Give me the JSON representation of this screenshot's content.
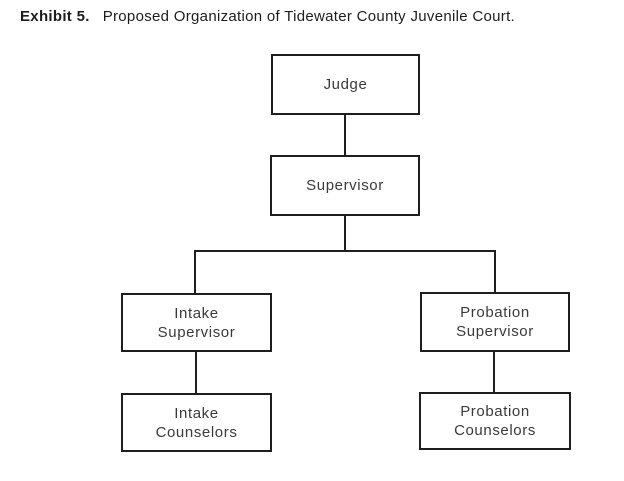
{
  "page": {
    "exhibit_label": "Exhibit 5.",
    "title": "Proposed Organization of Tidewater County Juvenile Court."
  },
  "org_chart": {
    "nodes": [
      {
        "id": "judge",
        "label": "Judge",
        "reports_to": null
      },
      {
        "id": "supervisor",
        "label": "Supervisor",
        "reports_to": "judge"
      },
      {
        "id": "intake-supervisor",
        "label": "Intake\nSupervisor",
        "reports_to": "supervisor"
      },
      {
        "id": "probation-supervisor",
        "label": "Probation\nSupervisor",
        "reports_to": "supervisor"
      },
      {
        "id": "intake-counselors",
        "label": "Intake\nCounselors",
        "reports_to": "intake-supervisor"
      },
      {
        "id": "probation-counselors",
        "label": "Probation\nCounselors",
        "reports_to": "probation-supervisor"
      }
    ],
    "line_color": "#1e1e1e",
    "background_color": "#ffffff"
  }
}
